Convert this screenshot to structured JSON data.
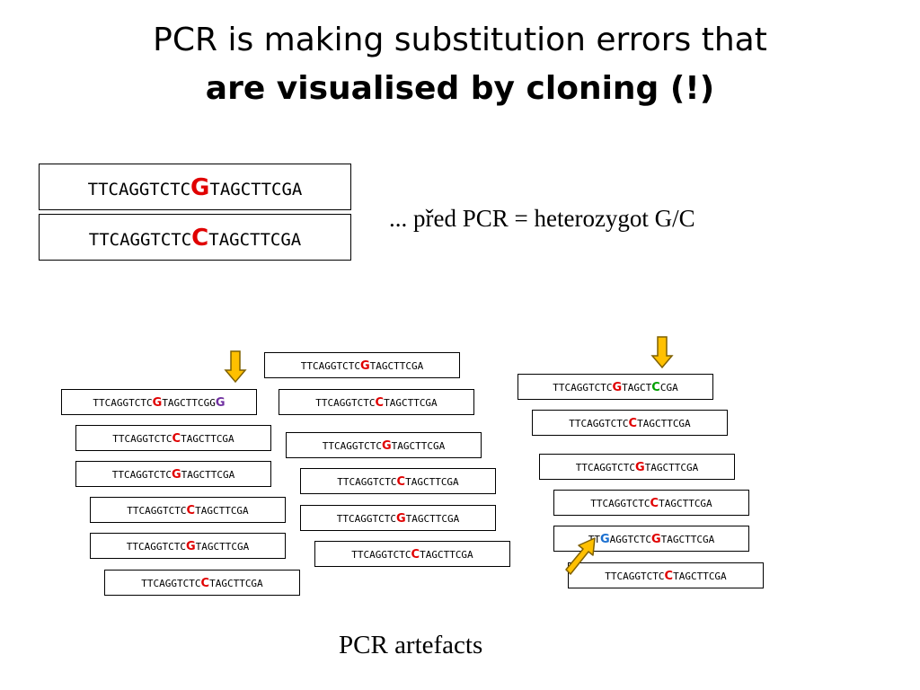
{
  "title": {
    "line1": "PCR is making substitution errors that",
    "line2": "are visualised by cloning (!)"
  },
  "colors": {
    "red": "#e00000",
    "green": "#00a000",
    "blue": "#1a6fd0",
    "purple": "#7030a0",
    "arrow_fill": "#ffc000",
    "arrow_stroke": "#7f6000"
  },
  "heterozygote_note": "... před PCR = heterozygot G/C",
  "caption": "PCR artefacts",
  "top_sequences": [
    {
      "pre": "TTCAGGTCTC",
      "mark": "G",
      "post": "TAGCTTCGA"
    },
    {
      "pre": "TTCAGGTCTC",
      "mark": "C",
      "post": "TAGCTTCGA"
    }
  ],
  "clones": [
    {
      "pre": "TTCAGGTCTC",
      "mark": "G",
      "post": "TAGCTTCGG",
      "mark2": "G",
      "post2": ""
    },
    {
      "pre": "TTCAGGTCTC",
      "mark": "C",
      "post": "TAGCTTCGA"
    },
    {
      "pre": "TTCAGGTCTC",
      "mark": "G",
      "post": "TAGCTTCGA"
    },
    {
      "pre": "TTCAGGTCTC",
      "mark": "C",
      "post": "TAGCTTCGA"
    },
    {
      "pre": "TTCAGGTCTC",
      "mark": "G",
      "post": "TAGCTTCGA"
    },
    {
      "pre": "TTCAGGTCTC",
      "mark": "C",
      "post": "TAGCTTCGA"
    },
    {
      "pre": "TTCAGGTCTC",
      "mark": "G",
      "post": "TAGCTTCGA"
    },
    {
      "pre": "TTCAGGTCTC",
      "mark": "C",
      "post": "TAGCTTCGA"
    },
    {
      "pre": "TTCAGGTCTC",
      "mark": "G",
      "post": "TAGCTTCGA"
    },
    {
      "pre": "TTCAGGTCTC",
      "mark": "C",
      "post": "TAGCTTCGA"
    },
    {
      "pre": "TTCAGGTCTC",
      "mark": "G",
      "post": "TAGCTTCGA"
    },
    {
      "pre": "TTCAGGTCTC",
      "mark": "C",
      "post": "TAGCTTCGA"
    },
    {
      "pre": "TTCAGGTCTC",
      "mark": "G",
      "post": "TAGCT",
      "mark2": "C",
      "post2": "CGA"
    },
    {
      "pre": "TTCAGGTCTC",
      "mark": "C",
      "post": "TAGCTTCGA"
    },
    {
      "pre": "TTCAGGTCTC",
      "mark": "G",
      "post": "TAGCTTCGA"
    },
    {
      "pre": "TTCAGGTCTC",
      "mark": "C",
      "post": "TAGCTTCGA"
    },
    {
      "pre": "TT",
      "mark": "G",
      "post": "AGGTCTC",
      "mark2": "G",
      "post2": "TAGCTTCGA"
    },
    {
      "pre": "TTCAGGTCTC",
      "mark": "C",
      "post": "TAGCTTCGA"
    }
  ]
}
